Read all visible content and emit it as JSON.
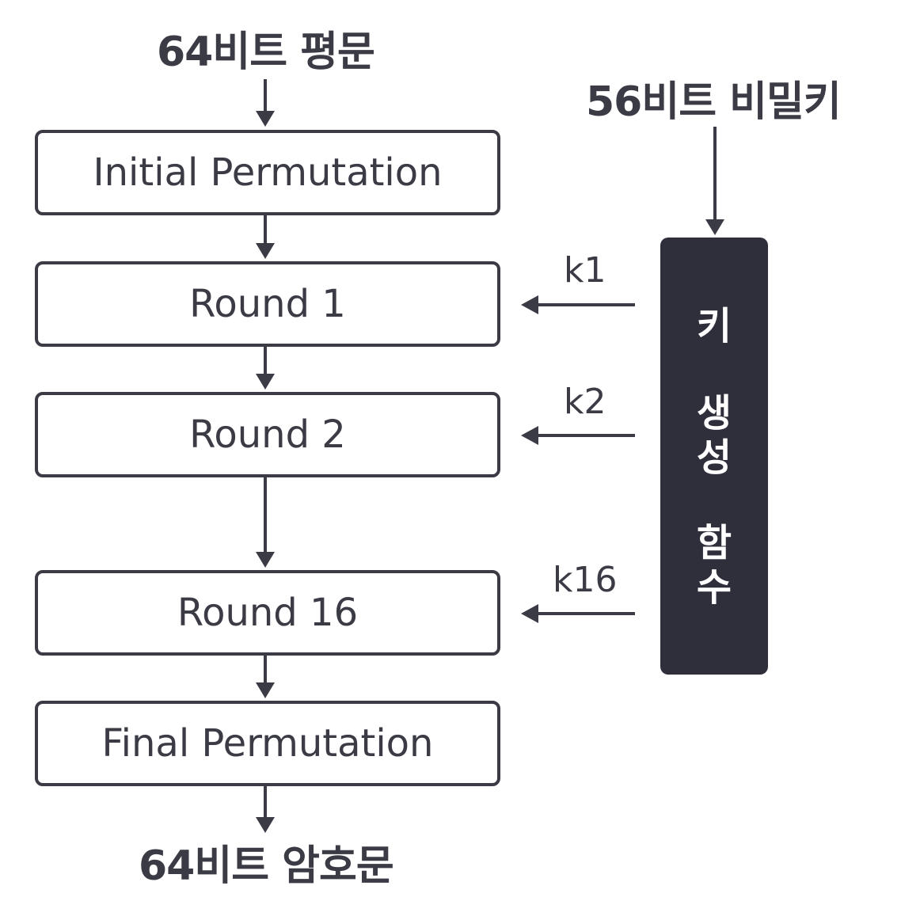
{
  "input_label": "64비트 평문",
  "key_label": "56비트 비밀키",
  "output_label": "64비트 암호문",
  "boxes": {
    "initial": "Initial Permutation",
    "round1": "Round 1",
    "round2": "Round 2",
    "round16": "Round 16",
    "final": "Final Permutation"
  },
  "subkeys": {
    "k1": "k1",
    "k2": "k2",
    "k16": "k16"
  },
  "key_function": {
    "char1": "키",
    "char2": "생",
    "char3": "성",
    "char4": "함",
    "char5": "수"
  },
  "colors": {
    "stroke": "#3b3b45",
    "key_function_fill": "#2f2f3c",
    "key_function_text": "#ffffff"
  }
}
